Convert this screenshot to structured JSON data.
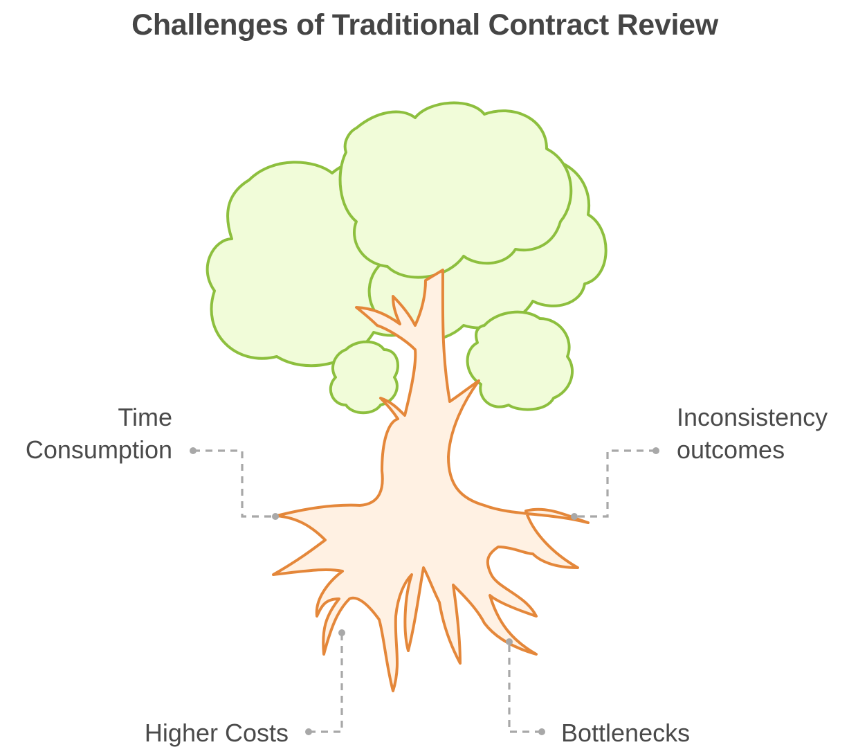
{
  "title": "Challenges of Traditional Contract Review",
  "labels": {
    "time": {
      "line1": "Time",
      "line2": "Consumption"
    },
    "inconsistency": {
      "line1": "Inconsistency",
      "line2": "outcomes"
    },
    "costs": {
      "line1": "Higher Costs"
    },
    "bottlenecks": {
      "line1": "Bottlenecks"
    }
  },
  "colors": {
    "canopy_fill": "#f1fcd9",
    "canopy_stroke": "#8dbf3e",
    "trunk_fill": "#fff1e3",
    "trunk_stroke": "#e4873a",
    "connector": "#a8a8a8",
    "text": "#4a4a4a"
  }
}
